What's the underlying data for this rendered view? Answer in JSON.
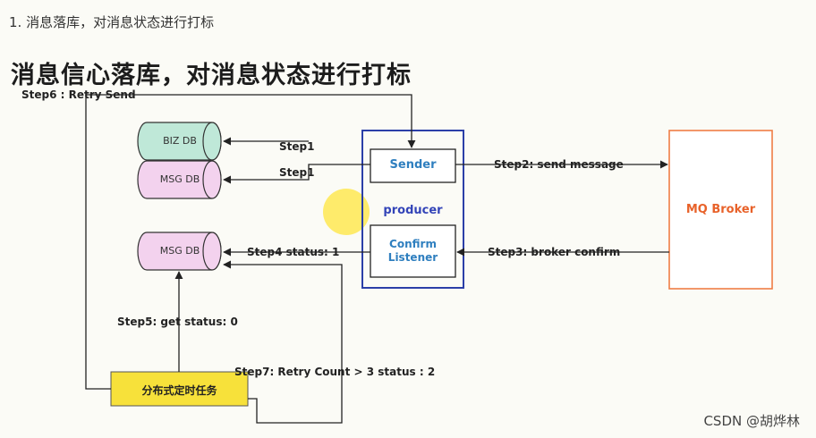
{
  "header": {
    "text": "1. 消息落库，对消息状态进行打标"
  },
  "title": "消息信心落库，对消息状态进行打标",
  "nodes": {
    "biz_db": "BIZ DB",
    "msg_db_top": "MSG DB",
    "msg_db_bottom": "MSG DB",
    "sender": "Sender",
    "producer": "producer",
    "confirm_listener_line1": "Confirm",
    "confirm_listener_line2": "Listener",
    "mq_broker": "MQ Broker",
    "task": "分布式定时任务"
  },
  "steps": {
    "step6": "Step6 : Retry Send",
    "step1_a": "Step1",
    "step1_b": "Step1",
    "step2": "Step2: send message",
    "step3": "Step3: broker confirm",
    "step4": "Step4 status: 1",
    "step5": "Step5: get status: 0",
    "step7": "Step7: Retry Count > 3 status : 2"
  },
  "watermark": "CSDN @胡烨林",
  "colors": {
    "producer_border": "#2b3fa8",
    "producer_text": "#3344b8",
    "sender_text": "#2f7fbf",
    "broker_border": "#ef7d45",
    "broker_text": "#e8622a",
    "biz_db_fill": "#bfe8d8",
    "msg_db_fill": "#f3d2ee",
    "task_fill": "#f7e13a"
  }
}
